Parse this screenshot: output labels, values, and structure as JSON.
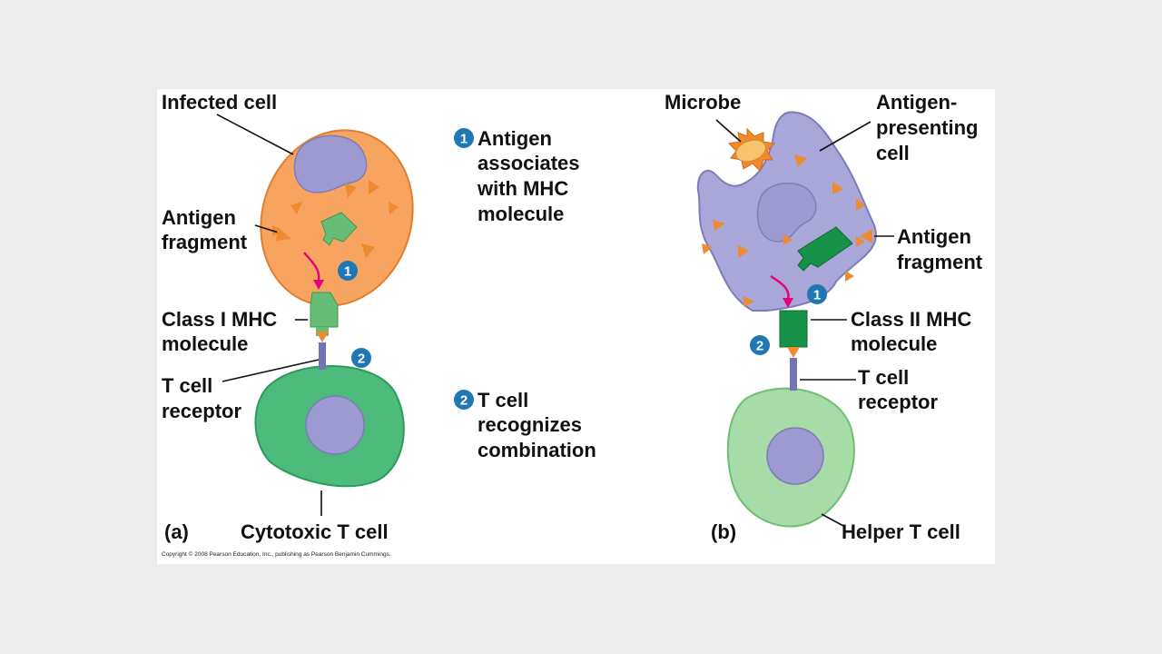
{
  "colors": {
    "infected_cell": "#f6a45f",
    "apc_cell": "#a9a6d9",
    "nucleus": "#9c9ad0",
    "antigen": "#ee8a2f",
    "mhc_class1": "#67bd76",
    "mhc_class2": "#169148",
    "tcell_cytotoxic": "#4dbb7c",
    "tcell_helper": "#a7dba8",
    "receptor": "#7473b6",
    "step_badge": "#1f78b4",
    "arrow": "#e5007e",
    "microbe": "#f6ae4a"
  },
  "panel_a": {
    "letter": "(a)",
    "infected_cell": "Infected cell",
    "antigen_fragment": [
      "Antigen",
      "fragment"
    ],
    "mhc": [
      "Class I MHC",
      "molecule"
    ],
    "receptor": [
      "T cell",
      "receptor"
    ],
    "t_cell": "Cytotoxic T cell"
  },
  "steps": [
    {
      "number": "1",
      "lines": [
        "Antigen",
        "associates",
        "with MHC",
        "molecule"
      ]
    },
    {
      "number": "2",
      "lines": [
        "T cell",
        "recognizes",
        "combination"
      ]
    }
  ],
  "panel_b": {
    "letter": "(b)",
    "microbe": "Microbe",
    "apc": [
      "Antigen-",
      "presenting",
      "cell"
    ],
    "antigen_fragment": [
      "Antigen",
      "fragment"
    ],
    "mhc": [
      "Class II MHC",
      "molecule"
    ],
    "receptor": [
      "T cell",
      "receptor"
    ],
    "t_cell": "Helper T cell"
  },
  "copyright": "Copyright © 2008 Pearson Education, Inc., publishing as Pearson Benjamin Cummings."
}
